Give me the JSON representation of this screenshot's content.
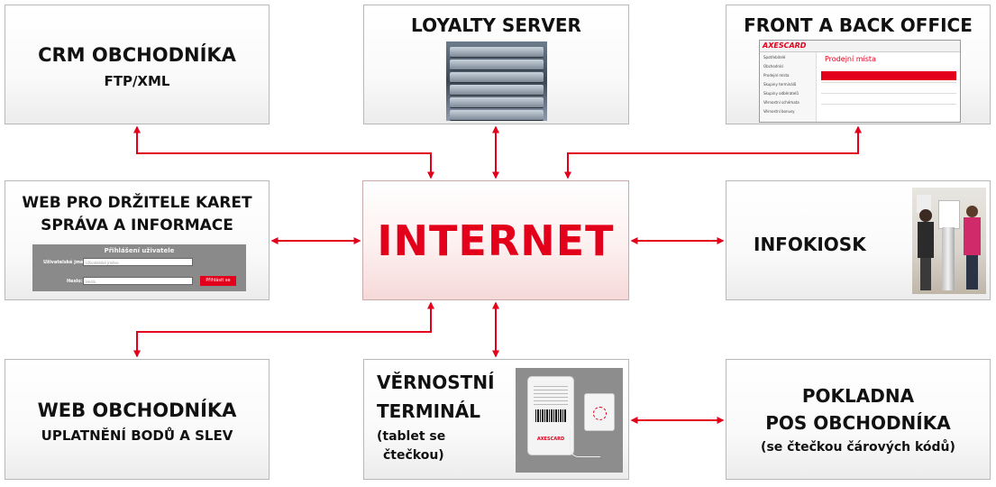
{
  "diagram": {
    "center": {
      "label": "INTERNET"
    },
    "crm": {
      "title": "CRM OBCHODNÍKA",
      "subtitle": "FTP/XML"
    },
    "loyalty": {
      "title": "LOYALTY SERVER",
      "image": "server-rack-photo"
    },
    "office": {
      "title": "FRONT A BACK OFFICE",
      "image": "office-screenshot",
      "screenshot": {
        "logo": "AXESCARD",
        "page_heading": "Prodejní místa",
        "menu": [
          "Spotřebitelé",
          "Obchodníci",
          "Prodejní místa",
          "Skupiny terminálů",
          "Skupiny odběratelů",
          "Věrnostní schémata",
          "Věrnostní bonusy"
        ]
      }
    },
    "web_holders": {
      "title_line1": "WEB PRO DRŽITELE KARET",
      "title_line2": "SPRÁVA A INFORMACE",
      "form": {
        "heading": "Přihlášení uživatele",
        "user_label": "Uživatelské jméno:",
        "user_placeholder": "Uživatelské jméno",
        "pass_label": "Heslo:",
        "pass_placeholder": "Heslo",
        "submit": "Přihlásit se"
      }
    },
    "infokiosk": {
      "title": "INFOKIOSK",
      "image": "kiosk-photo"
    },
    "web_merchant": {
      "title": "WEB OBCHODNÍKA",
      "subtitle": "UPLATNĚNÍ BODŮ A SLEV"
    },
    "terminal": {
      "title_line1": "VĚRNOSTNÍ",
      "title_line2": "TERMINÁL",
      "note_line1": "(tablet se",
      "note_line2": "čtečkou)",
      "image": "tablet-with-reader-photo",
      "device_logo": "AXESCARD"
    },
    "pos": {
      "title_line1": "POKLADNA",
      "title_line2": "POS OBCHODNÍKA",
      "note": "(se čtečkou čárových kódů)"
    },
    "colors": {
      "accent": "#e3001b",
      "border": "#b8b8b8",
      "text": "#111111"
    }
  }
}
